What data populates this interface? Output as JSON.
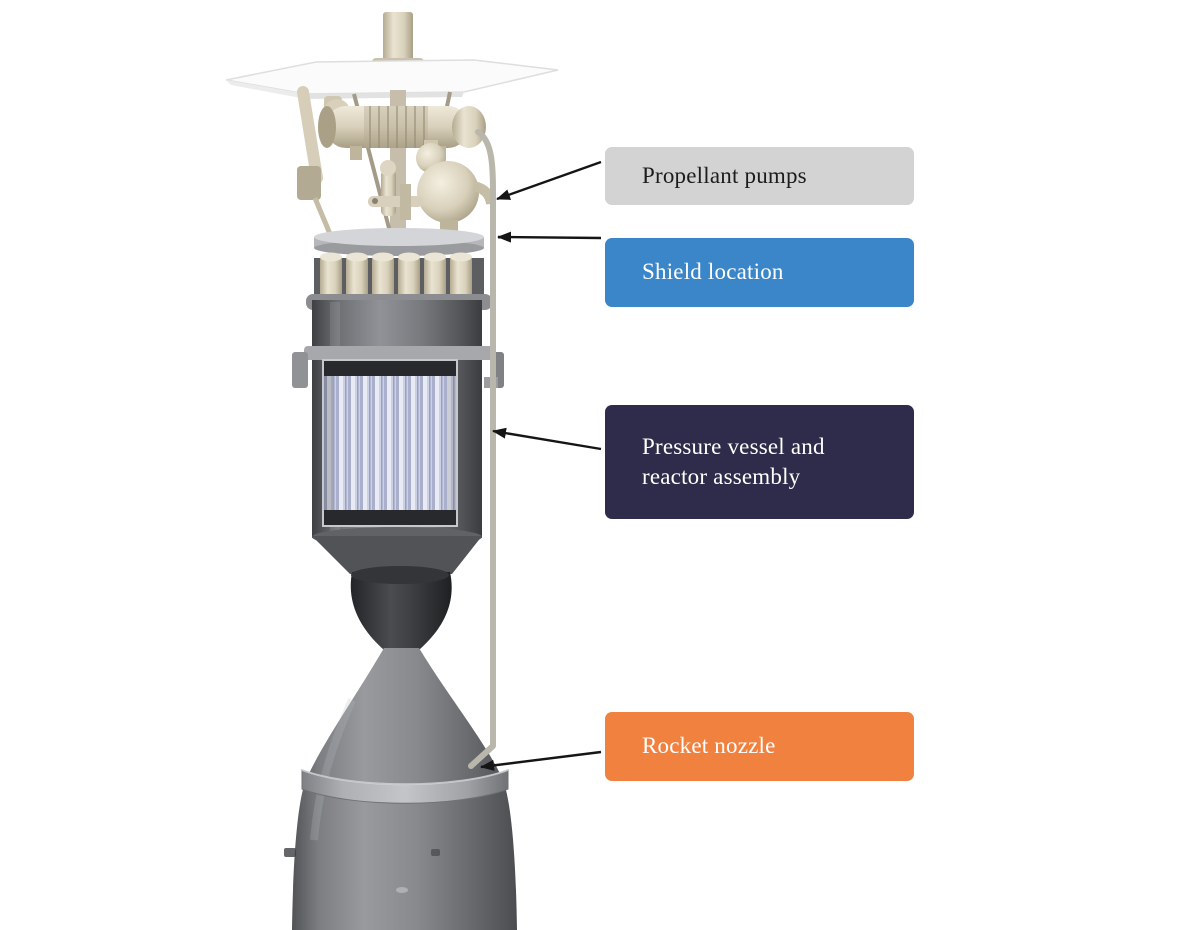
{
  "labels": {
    "propellant_pumps": "Propellant pumps",
    "shield_location": "Shield location",
    "pressure_vessel": [
      "Pressure vessel and",
      "reactor assembly"
    ],
    "rocket_nozzle": "Rocket nozzle"
  },
  "colors": {
    "propellant_pumps_bg": "#d3d3d3",
    "propellant_pumps_text": "#1c1c1c",
    "shield_location_bg": "#3b86c8",
    "pressure_vessel_bg": "#2e2c4a",
    "rocket_nozzle_bg": "#f1813f",
    "light_text": "#ffffff",
    "arrow": "#151515",
    "background": "#ffffff"
  },
  "illustration_parts": [
    "top-mast",
    "support-plate",
    "turbopump-assembly",
    "propellant-pump-sphere",
    "shield-mount-ring",
    "vessel-top-tubes",
    "pressure-vessel",
    "reactor-core-cutaway",
    "coolant-pipe",
    "nozzle-throat",
    "nozzle-bell",
    "nozzle-band"
  ]
}
